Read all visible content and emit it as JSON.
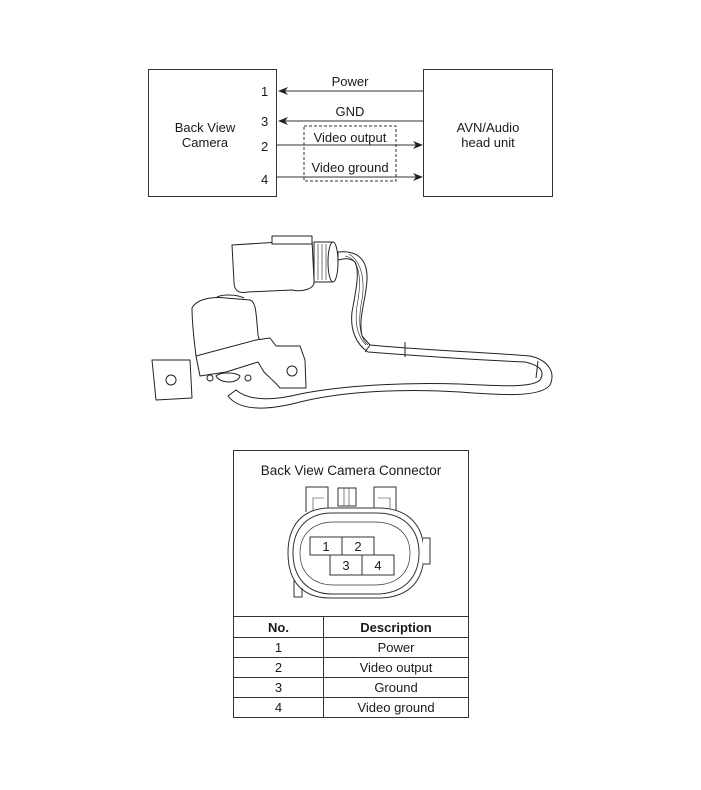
{
  "wiring_diagram": {
    "left_block": "Back View\nCamera",
    "left_block_lines": [
      "Back View",
      "Camera"
    ],
    "right_block_lines": [
      "AVN/Audio",
      "head unit"
    ],
    "wires": [
      {
        "pin": "1",
        "label": "Power",
        "direction": "to-camera"
      },
      {
        "pin": "3",
        "label": "GND",
        "direction": "to-camera"
      },
      {
        "pin": "2",
        "label": "Video output",
        "direction": "to-head-unit"
      },
      {
        "pin": "4",
        "label": "Video ground",
        "direction": "to-head-unit"
      }
    ]
  },
  "illustration": {
    "subject": "back-view-camera-with-harness"
  },
  "connector": {
    "title": "Back View Camera Connector",
    "pins": [
      "1",
      "2",
      "3",
      "4"
    ]
  },
  "pin_table": {
    "headers": [
      "No.",
      "Description"
    ],
    "rows": [
      [
        "1",
        "Power"
      ],
      [
        "2",
        "Video output"
      ],
      [
        "3",
        "Ground"
      ],
      [
        "4",
        "Video ground"
      ]
    ]
  }
}
